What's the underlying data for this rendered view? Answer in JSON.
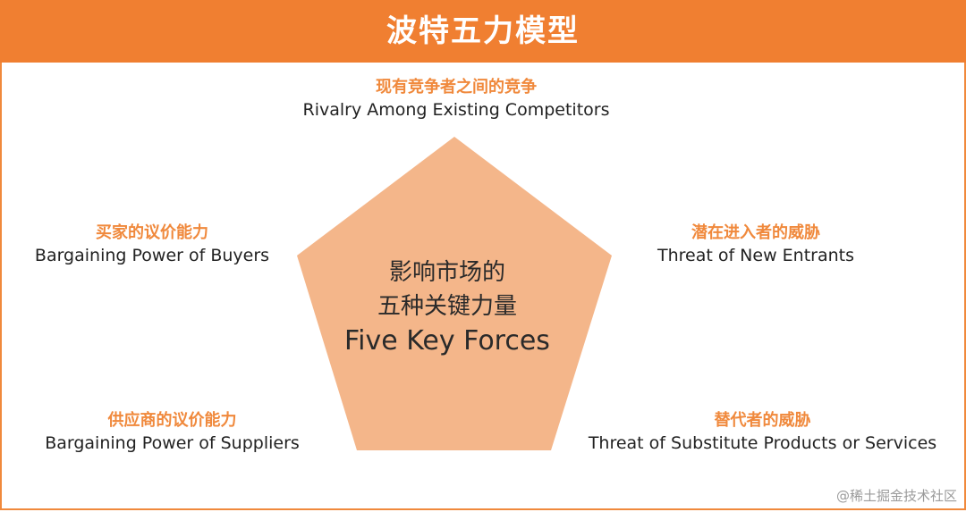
{
  "header": {
    "title": "波特五力模型"
  },
  "colors": {
    "header_bg": "#f07f31",
    "accent_text": "#f0893c",
    "pentagon_fill": "#f4b68a"
  },
  "center": {
    "line1": "影响市场的",
    "line2": "五种关键力量",
    "line3": "Five Key Forces"
  },
  "forces": {
    "top": {
      "cn": "现有竞争者之间的竞争",
      "en": "Rivalry Among Existing Competitors"
    },
    "left": {
      "cn": "买家的议价能力",
      "en": "Bargaining Power of Buyers"
    },
    "right": {
      "cn": "潜在进入者的威胁",
      "en": "Threat of New Entrants"
    },
    "bottom_left": {
      "cn": "供应商的议价能力",
      "en": "Bargaining Power of Suppliers"
    },
    "bottom_right": {
      "cn": "替代者的威胁",
      "en": "Threat of Substitute Products or Services"
    }
  },
  "watermark": "@稀土掘金技术社区"
}
